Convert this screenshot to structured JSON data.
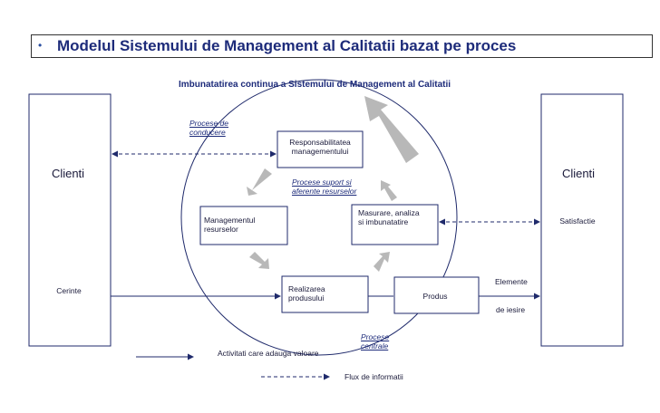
{
  "title": "Modelul Sistemului de Management al Calitatii bazat pe proces",
  "title_bullet": "•",
  "improvement_label": "Imbunatatirea continua a Sistemului de Management al Calitatii",
  "left_box": {
    "title": "Clienti",
    "sub": "Cerinte"
  },
  "right_box": {
    "title": "Clienti",
    "sub": "Satisfactie"
  },
  "processes": {
    "responsibility": "Responsabilitatea managementului",
    "resources": "Managementul resurselor",
    "realization": "Realizarea produsului",
    "measurement": "Masurare, analiza si imbunatatire",
    "product": "Produs"
  },
  "annotations": {
    "management_processes": "Procese de conducere",
    "support_processes": "Procese suport si aferente resurselor",
    "core_processes": "Procese centrale",
    "outputs_line1": "Elemente",
    "outputs_line2": "de iesire"
  },
  "legend": {
    "value_activities": "Activitati care adauga valoare",
    "info_flow": "Flux de informatii"
  },
  "colors": {
    "title": "#1d2b7a",
    "lines": "#1f2a6b",
    "arrow_gray": "#b8b8b8"
  }
}
